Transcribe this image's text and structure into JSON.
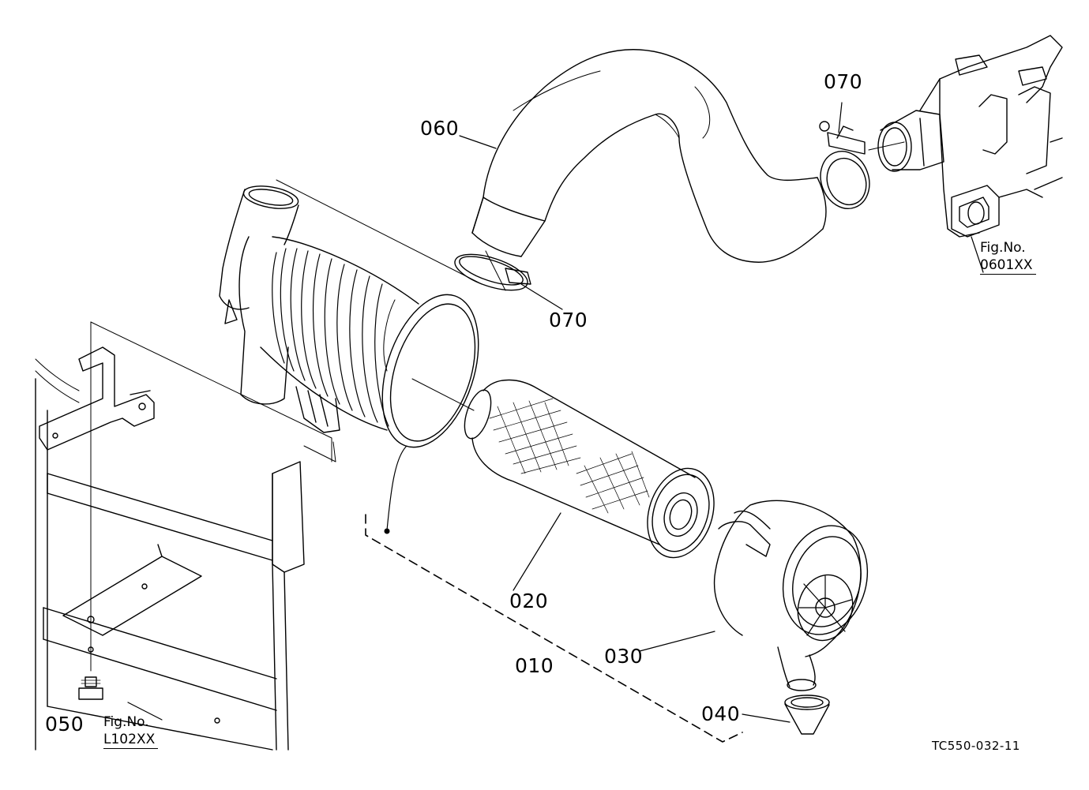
{
  "parts": [
    {
      "id": "p060",
      "text": "060"
    },
    {
      "id": "p070a",
      "text": "070"
    },
    {
      "id": "p070b",
      "text": "070"
    },
    {
      "id": "p020",
      "text": "020"
    },
    {
      "id": "p010",
      "text": "010"
    },
    {
      "id": "p030",
      "text": "030"
    },
    {
      "id": "p040",
      "text": "040"
    },
    {
      "id": "p050",
      "text": "050"
    }
  ],
  "fig_refs": [
    {
      "label": "Fig.No.",
      "number": "0601XX"
    },
    {
      "label": "Fig.No.",
      "number": "L102XX"
    }
  ],
  "drawing_code": "TC550-032-11",
  "colors": {
    "line": "#000000",
    "background": "#ffffff"
  }
}
